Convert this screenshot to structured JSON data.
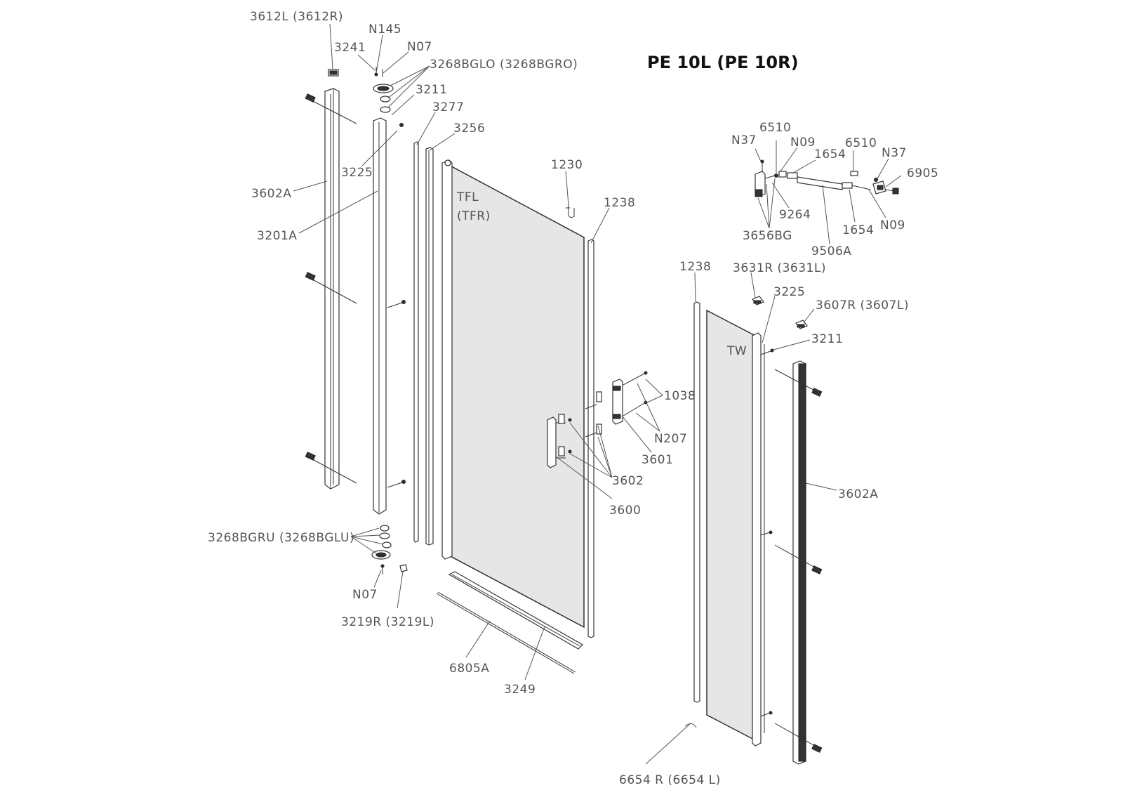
{
  "title": "PE 10L (PE 10R)",
  "labels": {
    "l3612": "3612L (3612R)",
    "n145": "N145",
    "l3241": "3241",
    "n07_top": "N07",
    "l3268o": "3268BGLO (3268BGRO)",
    "l3211_left": "3211",
    "l3277": "3277",
    "l3256": "3256",
    "l3225_left": "3225",
    "l3602a_left": "3602A",
    "l3201a": "3201A",
    "tfl": "TFL",
    "tfr": "(TFR)",
    "l1230": "1230",
    "l1238_mid": "1238",
    "l3268u": "3268BGRU (3268BGLU)",
    "n07_bottom": "N07",
    "l3219": "3219R (3219L)",
    "l6805a": "6805A",
    "l3249": "3249",
    "l1038": "1038",
    "n207": "N207",
    "l3601": "3601",
    "l3602": "3602",
    "l3600": "3600",
    "n37_left": "N37",
    "l6510_left": "6510",
    "n09_top": "N09",
    "l1654_top": "1654",
    "l6510_right": "6510",
    "n37_right": "N37",
    "l6905": "6905",
    "l9264": "9264",
    "l3656bg": "3656BG",
    "l9506a": "9506A",
    "l1654_bottom": "1654",
    "n09_bottom": "N09",
    "l1238_right": "1238",
    "l3631": "3631R (3631L)",
    "l3225_right": "3225",
    "l3607": "3607R (3607L)",
    "l3211_right": "3211",
    "tw": "TW",
    "l3602a_right": "3602A",
    "l6654": "6654 R (6654 L)"
  }
}
